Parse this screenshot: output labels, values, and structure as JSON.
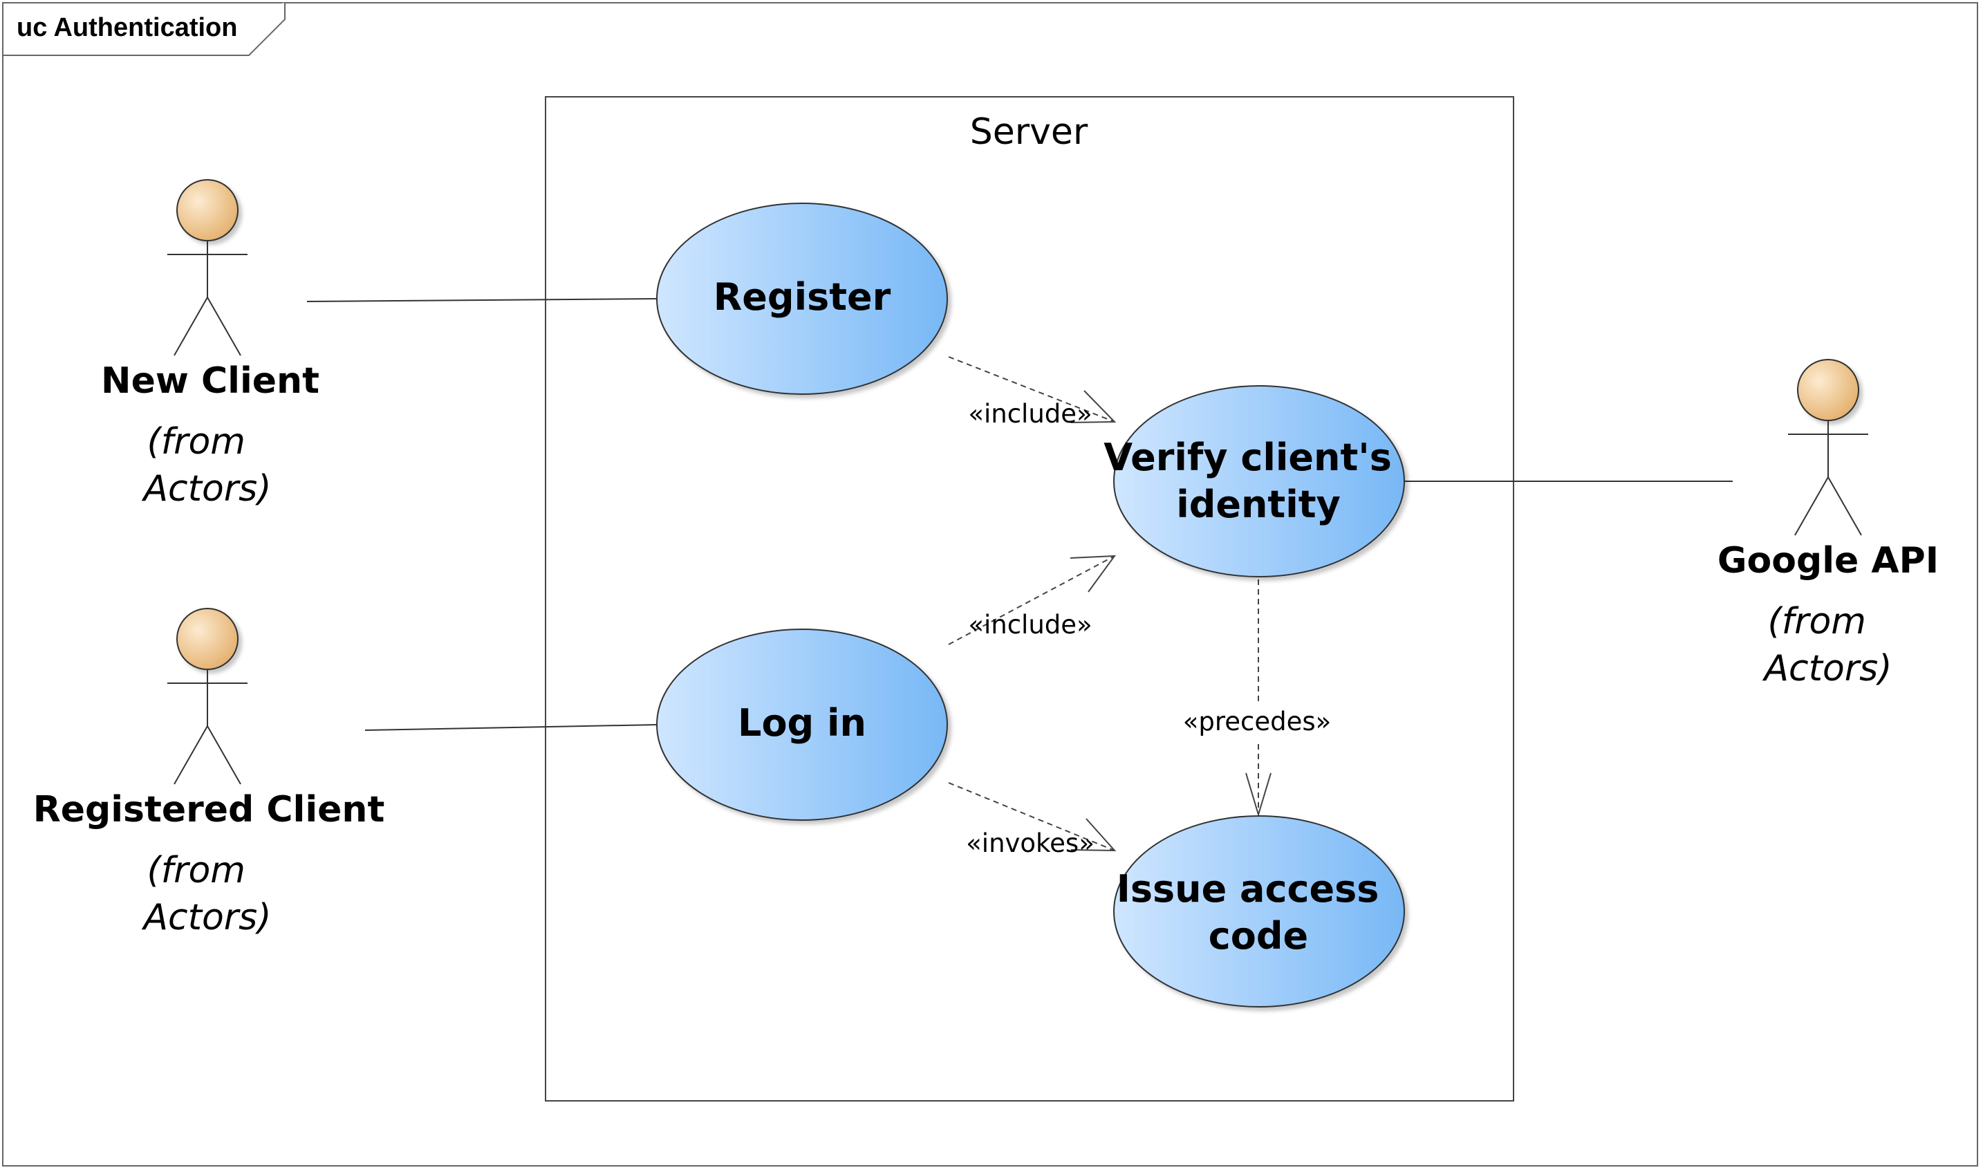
{
  "frame": {
    "label": "uc Authentication"
  },
  "boundary": {
    "label": "Server"
  },
  "use_cases": {
    "register": {
      "lines": [
        "Register"
      ]
    },
    "log_in": {
      "lines": [
        "Log in"
      ]
    },
    "verify": {
      "lines": [
        "Verify client's",
        "identity"
      ]
    },
    "issue": {
      "lines": [
        "Issue access",
        "code"
      ]
    }
  },
  "actors": {
    "new_client": {
      "name": "New Client",
      "from": [
        "(from",
        "Actors)"
      ]
    },
    "registered_client": {
      "name": "Registered Client",
      "from": [
        "(from",
        "Actors)"
      ]
    },
    "google_api": {
      "name": "Google API",
      "from": [
        "(from",
        "Actors)"
      ]
    }
  },
  "relationships": {
    "register_verify": "«include»",
    "login_verify": "«include»",
    "login_issue": "«invokes»",
    "verify_issue": "«precedes»"
  },
  "colors": {
    "usecase_light": "#cfe6ff",
    "usecase_dark": "#7dbbf7",
    "actor_head_light": "#fbe6c4",
    "actor_head_dark": "#e6b270"
  }
}
